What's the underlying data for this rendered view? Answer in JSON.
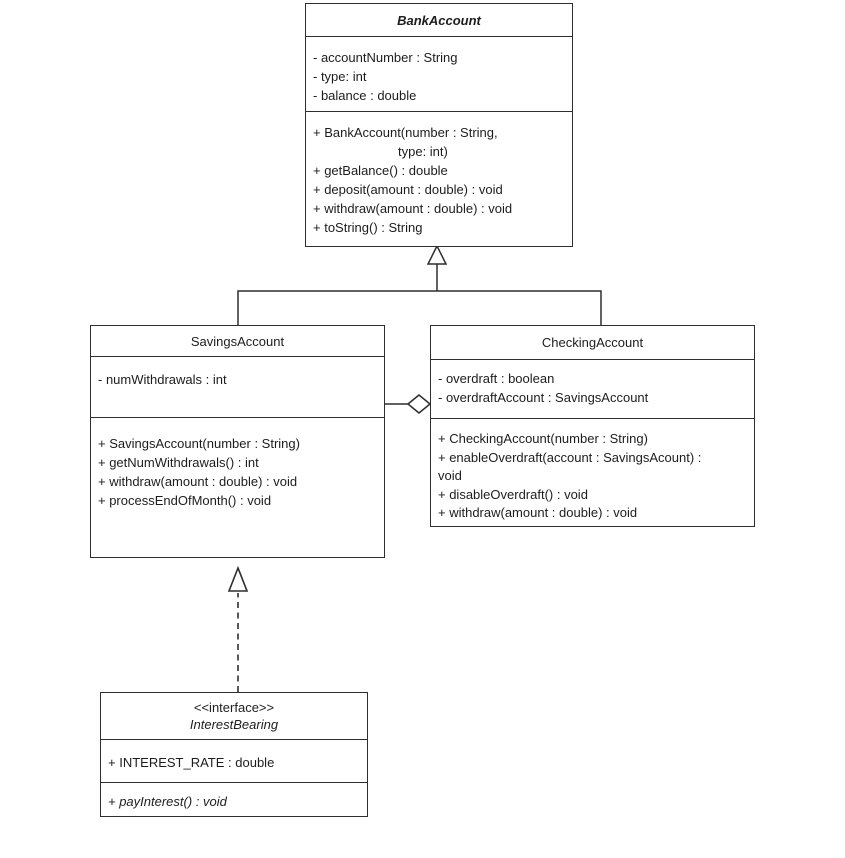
{
  "classes": {
    "bankAccount": {
      "name": "BankAccount",
      "attributes": [
        "- accountNumber : String",
        "- type: int",
        "- balance : double"
      ],
      "method_lines": [
        "+ BankAccount(number : String,",
        "type: int)",
        "+ getBalance() : double",
        "+ deposit(amount : double) : void",
        "+ withdraw(amount : double) : void",
        "+ toString() : String"
      ]
    },
    "savingsAccount": {
      "name": "SavingsAccount",
      "attributes": [
        "- numWithdrawals : int"
      ],
      "method_lines": [
        "+ SavingsAccount(number : String)",
        "+ getNumWithdrawals() : int",
        "+ withdraw(amount : double) : void",
        "+ processEndOfMonth() : void"
      ]
    },
    "checkingAccount": {
      "name": "CheckingAccount",
      "attributes": [
        "- overdraft : boolean",
        "- overdraftAccount : SavingsAccount"
      ],
      "method_lines": [
        "+ CheckingAccount(number : String)",
        "+ enableOverdraft(account : SavingsAcount) :",
        "void",
        "+ disableOverdraft() : void",
        "+ withdraw(amount : double) : void"
      ]
    },
    "interestBearing": {
      "stereotype": "<<interface>>",
      "name": "InterestBearing",
      "attributes": [
        "+ INTEREST_RATE : double"
      ],
      "method_lines": [
        "+ payInterest() : void"
      ]
    }
  },
  "relationships": [
    {
      "type": "generalization",
      "from": "SavingsAccount",
      "to": "BankAccount"
    },
    {
      "type": "generalization",
      "from": "CheckingAccount",
      "to": "BankAccount"
    },
    {
      "type": "aggregation",
      "whole": "CheckingAccount",
      "part": "SavingsAccount"
    },
    {
      "type": "realization-dashed",
      "from": "InterestBearing",
      "to": "SavingsAccount"
    }
  ],
  "colors": {
    "line": "#2e2e2e",
    "background": "#ffffff",
    "text": "#1d1d1d"
  }
}
